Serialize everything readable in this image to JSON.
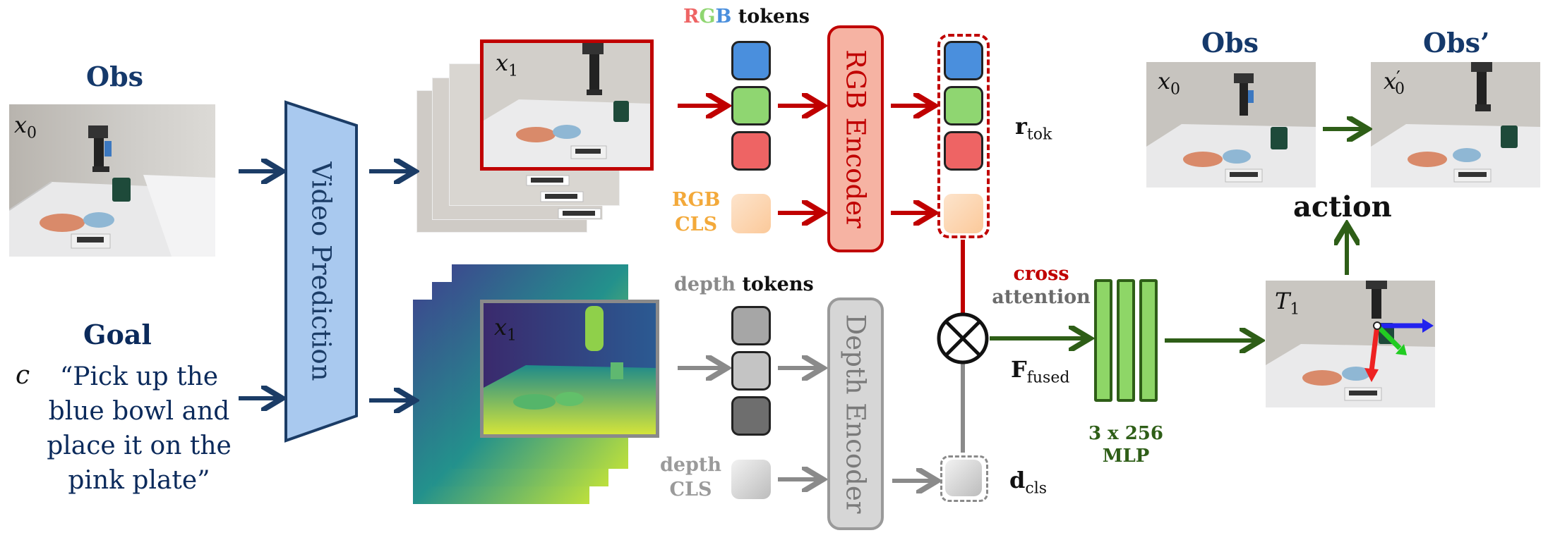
{
  "left": {
    "obs_title": "Obs",
    "obs_var": "x",
    "obs_sub": "0",
    "goal_title": "Goal",
    "goal_var": "c",
    "goal_text": "“Pick up the blue bowl and place it on the pink plate”"
  },
  "video_prediction": {
    "label": "Video Prediction"
  },
  "rgb_stack": {
    "var": "x",
    "sub": "1"
  },
  "depth_stack": {
    "var": "x",
    "sub": "1"
  },
  "rgb_tokens": {
    "title_r": "R",
    "title_g": "G",
    "title_b": "B",
    "title_rest": "tokens",
    "cls_line1": "RGB",
    "cls_line2": "CLS"
  },
  "depth_tokens": {
    "title_depth": "depth",
    "title_rest": "tokens",
    "cls_line1": "depth",
    "cls_line2": "CLS"
  },
  "rgb_encoder": {
    "label": "RGB Encoder"
  },
  "depth_encoder": {
    "label": "Depth Encoder"
  },
  "outputs": {
    "rtok_main": "r",
    "rtok_sub": "tok",
    "dcls_main": "d",
    "dcls_sub": "cls"
  },
  "fusion": {
    "cross_line1": "cross",
    "cross_line2": "attention",
    "fused_main": "F",
    "fused_sub": "fused"
  },
  "mlp": {
    "line1": "3 x 256",
    "line2": "MLP"
  },
  "right": {
    "obs_title": "Obs",
    "obs_prime_title": "Obs’",
    "obs_var": "x",
    "obs_sub": "0",
    "obs_prime_var": "x",
    "obs_prime_sub": "0",
    "obs_prime_mark": "′",
    "action_label": "action",
    "pose_var": "T",
    "pose_sub": "1"
  },
  "colors": {
    "navy": "#1b3c66",
    "arrow_red": "#c00000",
    "arrow_green": "#2e5e17",
    "arrow_gray": "#8a8a8a",
    "rgb_encoder_fill": "#f6b3a3",
    "rgb_encoder_border": "#c00000",
    "depth_encoder_fill": "#d6d6d6",
    "depth_encoder_border": "#9a9a9a",
    "token_blue": "#4a8fdd",
    "token_green": "#8fd671",
    "token_red": "#ee6464",
    "mlp_fill": "#8ed667",
    "video_pred_fill": "#a9c9ef",
    "cls_orange": "#f3a93a"
  }
}
